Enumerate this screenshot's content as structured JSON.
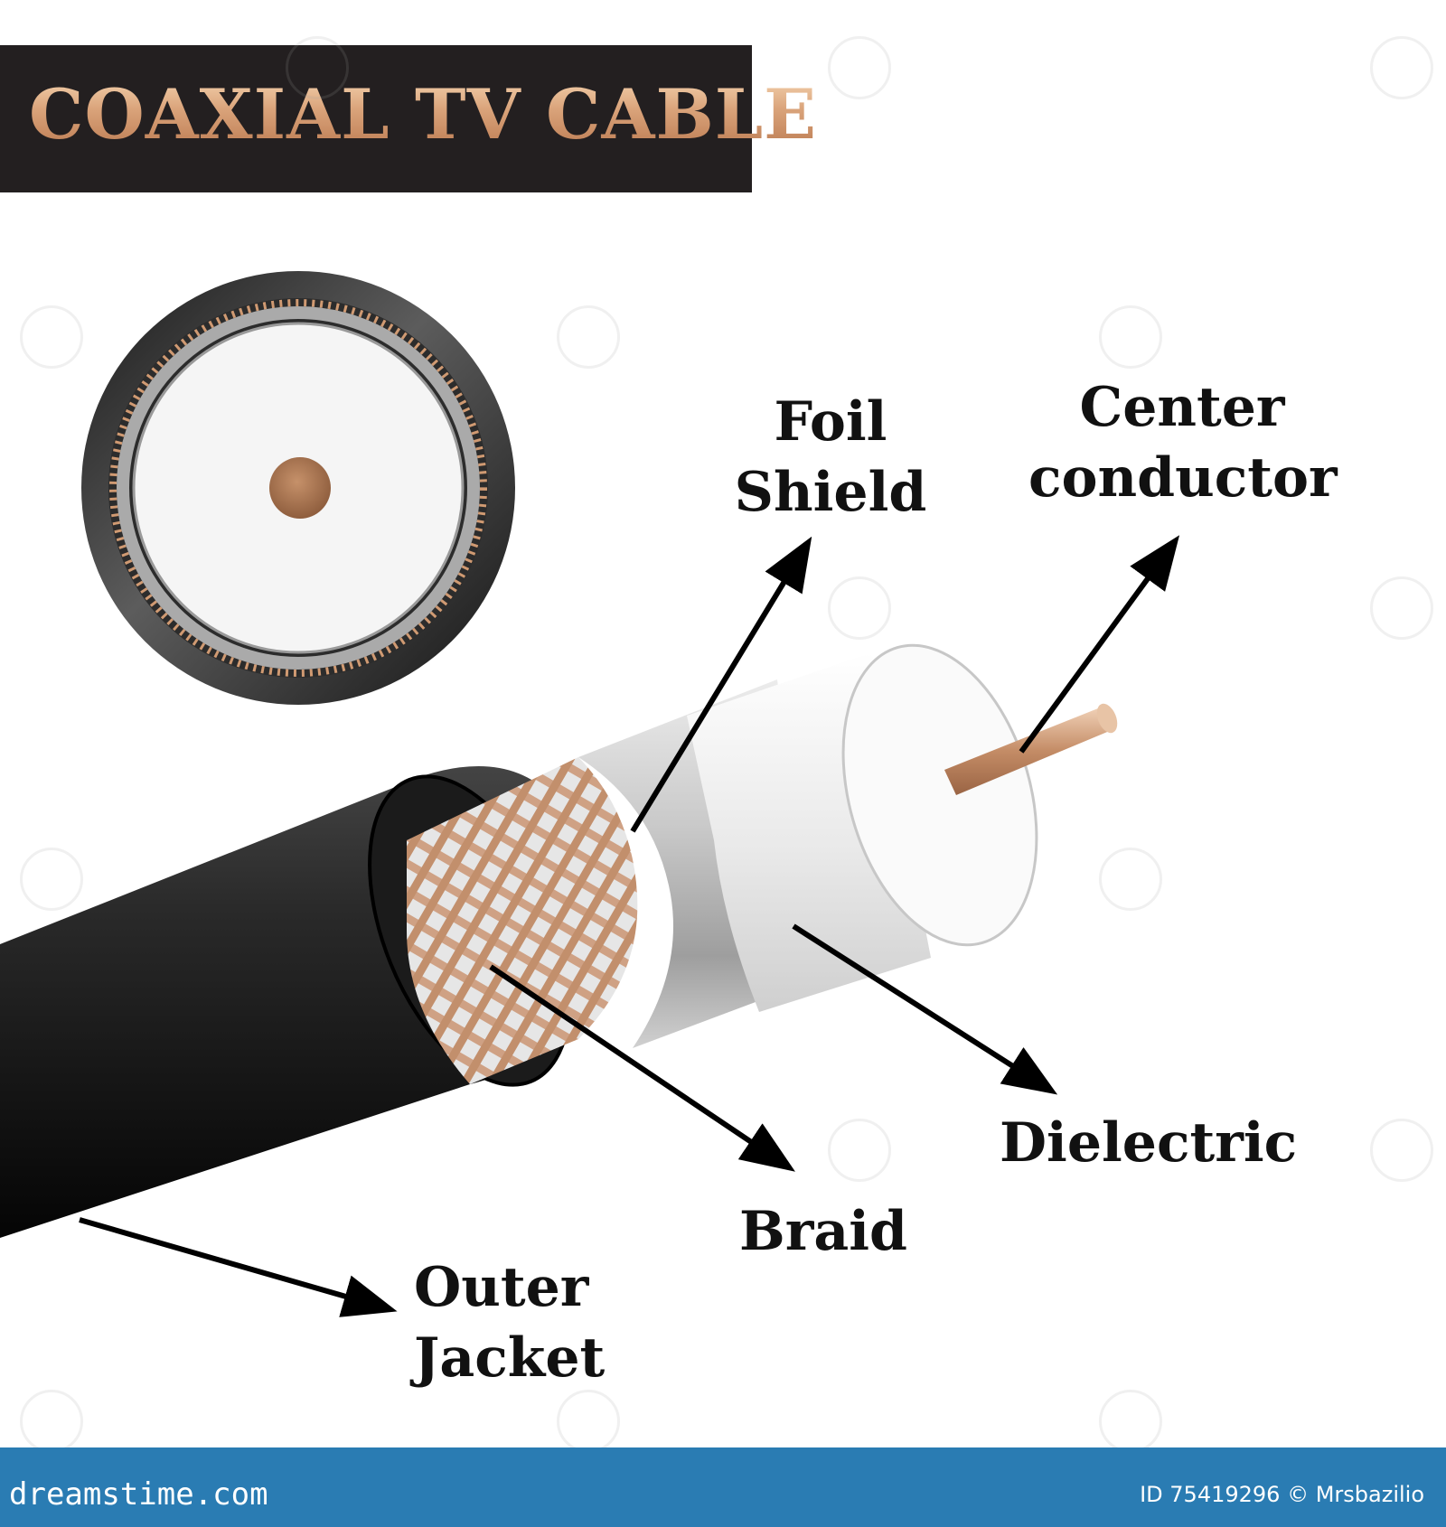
{
  "title": "COAXIAL TV CABLE",
  "labels": {
    "foil_shield": [
      "Foil",
      "Shield"
    ],
    "center_conductor": [
      "Center",
      "conductor"
    ],
    "dielectric": "Dielectric",
    "braid": "Braid",
    "outer_jacket": [
      "Outer",
      "Jacket"
    ]
  },
  "footer": {
    "site": "dreamstime.com",
    "credit": "ID 75419296 © Mrsbazilio"
  },
  "colors": {
    "jacket": "#1e1e1e",
    "copper": "#c79a72",
    "braid": "#cfa184",
    "dielectric": "#f4f4f4",
    "foil": "#b5b5b5",
    "title_bg": "#231f20",
    "footer_bg": "#2a7cb3"
  }
}
